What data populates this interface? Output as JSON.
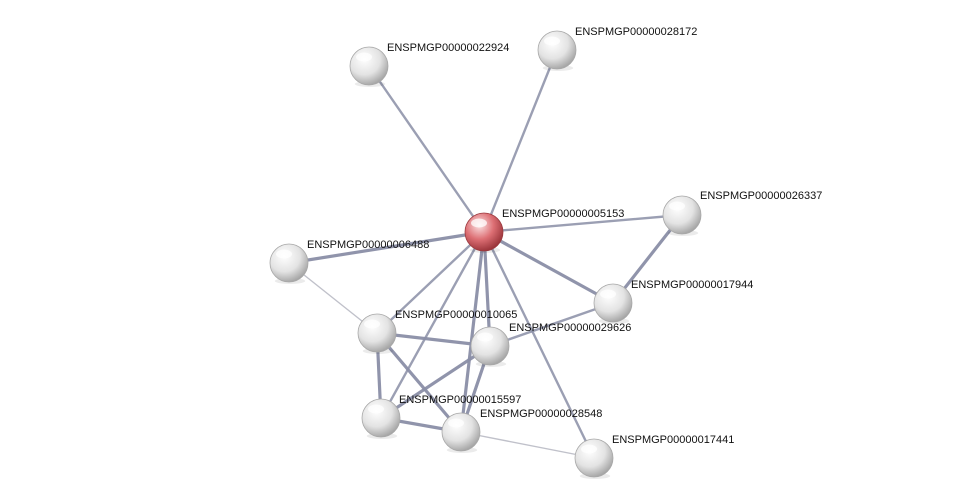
{
  "colors": {
    "background": "#ffffff",
    "node_default": "#e6e6e6",
    "node_query": "#d9656b",
    "edge": "#8a8ea6",
    "edge_light": "#b9bac4",
    "label": "#111111"
  },
  "nodes": [
    {
      "id": "ENSPMGP00000022924",
      "label": "ENSPMGP00000022924",
      "query": false
    },
    {
      "id": "ENSPMGP00000028172",
      "label": "ENSPMGP00000028172",
      "query": false
    },
    {
      "id": "ENSPMGP00000005153",
      "label": "ENSPMGP00000005153",
      "query": true
    },
    {
      "id": "ENSPMGP00000026337",
      "label": "ENSPMGP00000026337",
      "query": false
    },
    {
      "id": "ENSPMGP00000006488",
      "label": "ENSPMGP00000006488",
      "query": false
    },
    {
      "id": "ENSPMGP00000017944",
      "label": "ENSPMGP00000017944",
      "query": false
    },
    {
      "id": "ENSPMGP00000010065",
      "label": "ENSPMGP00000010065",
      "query": false
    },
    {
      "id": "ENSPMGP00000029626",
      "label": "ENSPMGP00000029626",
      "query": false
    },
    {
      "id": "ENSPMGP00000015597",
      "label": "ENSPMGP00000015597",
      "query": false
    },
    {
      "id": "ENSPMGP00000028548",
      "label": "ENSPMGP00000028548",
      "query": false
    },
    {
      "id": "ENSPMGP00000017441",
      "label": "ENSPMGP00000017441",
      "query": false
    }
  ],
  "edges": [
    {
      "source": "ENSPMGP00000005153",
      "target": "ENSPMGP00000022924",
      "strength": "medium"
    },
    {
      "source": "ENSPMGP00000005153",
      "target": "ENSPMGP00000028172",
      "strength": "medium"
    },
    {
      "source": "ENSPMGP00000005153",
      "target": "ENSPMGP00000026337",
      "strength": "medium"
    },
    {
      "source": "ENSPMGP00000005153",
      "target": "ENSPMGP00000006488",
      "strength": "strong"
    },
    {
      "source": "ENSPMGP00000005153",
      "target": "ENSPMGP00000017944",
      "strength": "strong"
    },
    {
      "source": "ENSPMGP00000005153",
      "target": "ENSPMGP00000010065",
      "strength": "medium"
    },
    {
      "source": "ENSPMGP00000005153",
      "target": "ENSPMGP00000029626",
      "strength": "strong"
    },
    {
      "source": "ENSPMGP00000005153",
      "target": "ENSPMGP00000015597",
      "strength": "medium"
    },
    {
      "source": "ENSPMGP00000005153",
      "target": "ENSPMGP00000028548",
      "strength": "strong"
    },
    {
      "source": "ENSPMGP00000005153",
      "target": "ENSPMGP00000017441",
      "strength": "medium"
    },
    {
      "source": "ENSPMGP00000026337",
      "target": "ENSPMGP00000017944",
      "strength": "strong"
    },
    {
      "source": "ENSPMGP00000017944",
      "target": "ENSPMGP00000029626",
      "strength": "medium"
    },
    {
      "source": "ENSPMGP00000006488",
      "target": "ENSPMGP00000010065",
      "strength": "weak"
    },
    {
      "source": "ENSPMGP00000010065",
      "target": "ENSPMGP00000029626",
      "strength": "strong"
    },
    {
      "source": "ENSPMGP00000010065",
      "target": "ENSPMGP00000015597",
      "strength": "strong"
    },
    {
      "source": "ENSPMGP00000010065",
      "target": "ENSPMGP00000028548",
      "strength": "strong"
    },
    {
      "source": "ENSPMGP00000029626",
      "target": "ENSPMGP00000015597",
      "strength": "strong"
    },
    {
      "source": "ENSPMGP00000029626",
      "target": "ENSPMGP00000028548",
      "strength": "strong"
    },
    {
      "source": "ENSPMGP00000015597",
      "target": "ENSPMGP00000028548",
      "strength": "strong"
    },
    {
      "source": "ENSPMGP00000028548",
      "target": "ENSPMGP00000017441",
      "strength": "weak"
    }
  ]
}
